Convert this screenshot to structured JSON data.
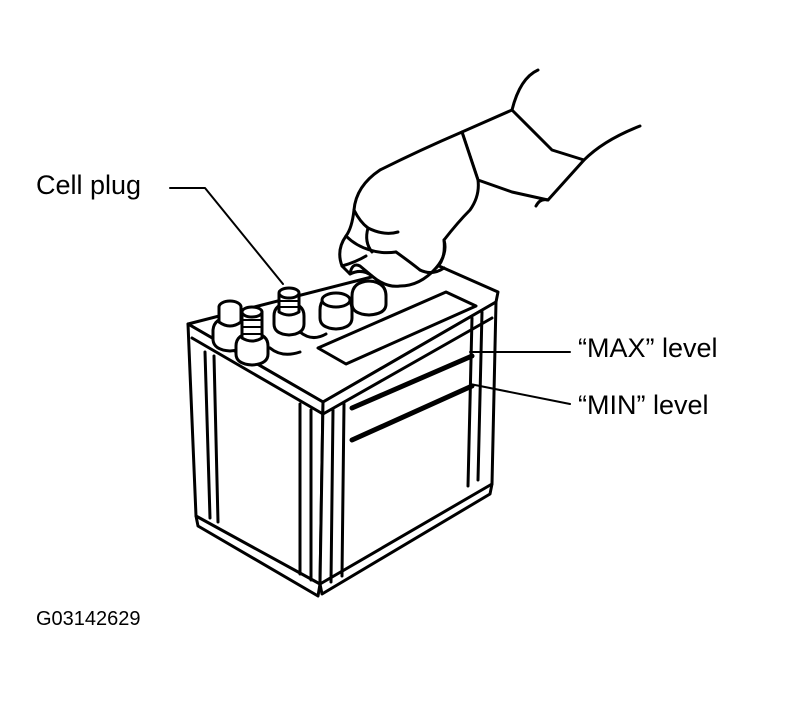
{
  "labels": {
    "cell_plug": "Cell plug",
    "max_level": "“MAX” level",
    "min_level": "“MIN” level"
  },
  "figure_code": "G03142629",
  "colors": {
    "ink": "#000000",
    "paper": "#ffffff"
  }
}
